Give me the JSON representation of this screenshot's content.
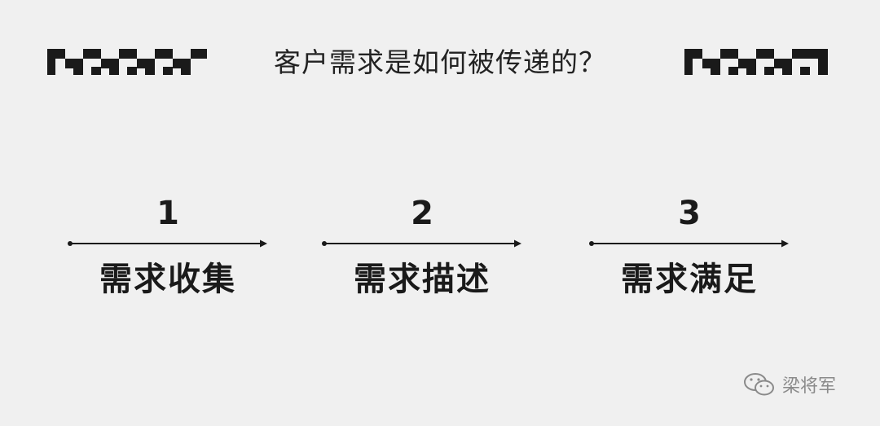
{
  "title": "客户需求是如何被传递的？",
  "steps": [
    {
      "number": "1",
      "label": "需求收集"
    },
    {
      "number": "2",
      "label": "需求描述"
    },
    {
      "number": "3",
      "label": "需求满足"
    }
  ],
  "watermark": {
    "text": "梁将军",
    "icon": "wechat-icon"
  },
  "colors": {
    "background": "#f0f0f0",
    "ink": "#1a1a1a",
    "watermark": "#8a8a8a"
  }
}
